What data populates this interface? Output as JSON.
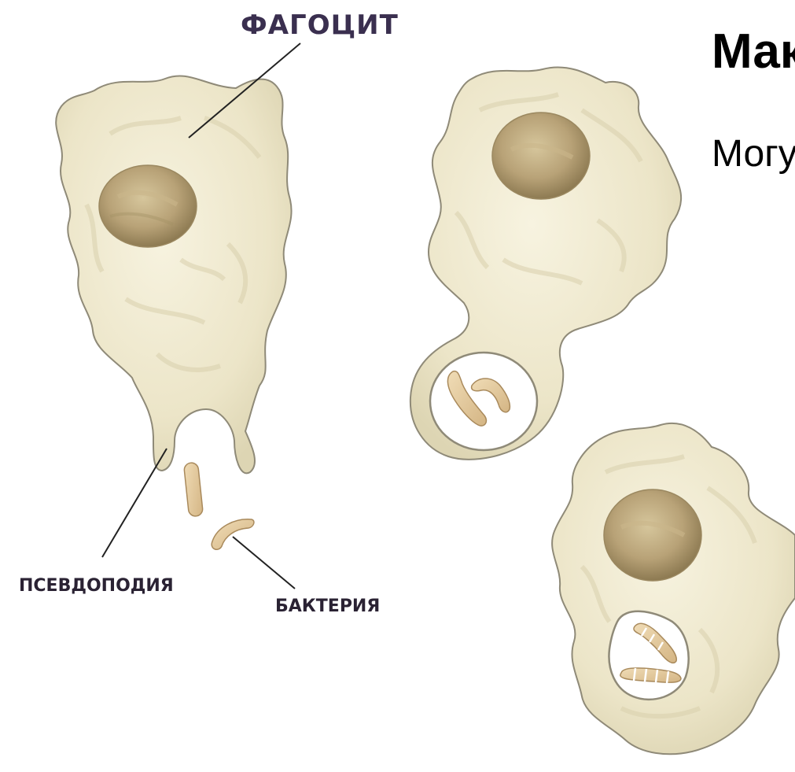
{
  "slide": {
    "title": "Мак",
    "body_text": "Могу"
  },
  "labels": {
    "phagocyte": "ФАГОЦИТ",
    "pseudopodia": "ПСЕВДОПОДИЯ",
    "bacterium": "БАКТЕРИЯ"
  },
  "colors": {
    "cell_fill": "#efe9cf",
    "cell_outline": "#8f8a78",
    "nucleus": "#b39f73",
    "bacteria": "#e2c89c",
    "leader_line": "#222222",
    "label_text": "#2e2640"
  }
}
